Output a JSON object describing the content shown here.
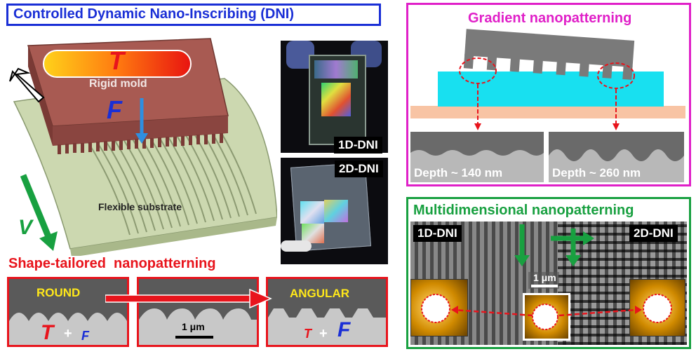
{
  "left": {
    "title": "Controlled Dynamic Nano-Inscribing (DNI)",
    "mold_label": "Rigid mold",
    "temperature_symbol": "T",
    "force_symbol": "F",
    "velocity_symbol": "V",
    "substrate_label": "Flexible substrate",
    "shape_title": "Shape-tailored  nanopatterning",
    "round_label": "ROUND",
    "angular_label": "ANGULAR",
    "plus_sign": "+",
    "scale_bar_label": "1 μm"
  },
  "photos": {
    "top_label": "1D-DNI",
    "bottom_label": "2D-DNI"
  },
  "gradient": {
    "title": "Gradient nanopatterning",
    "depth_left": "Depth ~ 140 nm",
    "depth_right": "Depth ~ 260 nm"
  },
  "multi": {
    "title": "Multidimensional nanopatterning",
    "label_1d": "1D-DNI",
    "label_2d": "2D-DNI",
    "scale_bar_label": "1 μm"
  },
  "colors": {
    "title_blue": "#1a2fd6",
    "magenta": "#e020c8",
    "red": "#e8141c",
    "green": "#18a040",
    "mold": "#a85a52",
    "substrate": "#ccd8b0",
    "cyan": "#18e0f0"
  }
}
